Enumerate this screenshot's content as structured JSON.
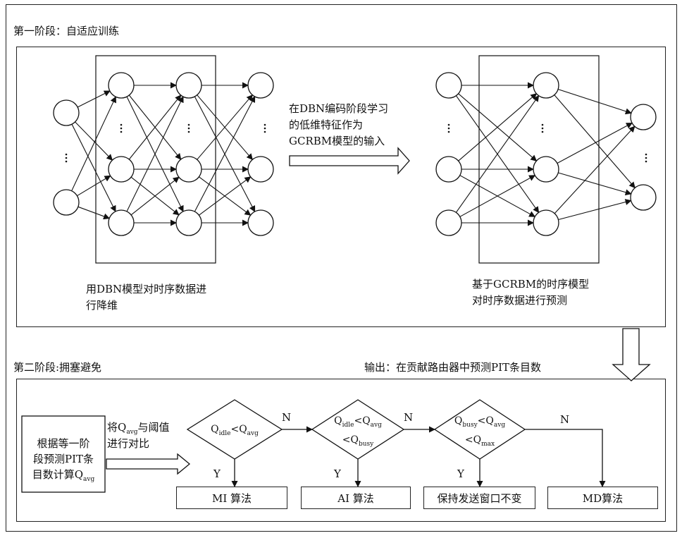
{
  "stage1": {
    "title": "第一阶段：自适应训练",
    "arrow_text": [
      "在DBN编码阶段学习",
      "的低维特征作为",
      "GCRBM模型的输入"
    ],
    "dbn_caption": [
      "用DBN模型对时序数据进",
      "行降维"
    ],
    "gcrbm_caption": [
      "基于GCRBM的时序模型",
      "对时序数据进行预测"
    ]
  },
  "output_label": "输出：在贡献路由器中预测PIT条目数",
  "stage2": {
    "title": "第二阶段:拥塞避免",
    "start_box": {
      "line1": "根据等一阶",
      "line2": "段预测PIT条",
      "line3_main": "目数计算Q",
      "line3_sub": "avg"
    },
    "compare": {
      "line1_main": "将Q",
      "line1_sub": "avg",
      "line1_rest": "与阈值",
      "line2": "进行对比"
    },
    "yes": "Y",
    "no": "N",
    "decisions": [
      {
        "q1": "Q",
        "s1": "idle",
        "op1": "<",
        "q2": "Q",
        "s2": "avg"
      },
      {
        "q1": "Q",
        "s1": "idle",
        "op1": "<",
        "q2": "Q",
        "s2": "avg",
        "op2": "<",
        "q3": "Q",
        "s3": "busy"
      },
      {
        "q1": "Q",
        "s1": "busy",
        "op1": "<",
        "q2": "Q",
        "s2": "avg",
        "op2": "<",
        "q3": "Q",
        "s3": "max"
      }
    ],
    "results": [
      "MI 算法",
      "AI 算法",
      "保持发送窗口不变",
      "MD算法"
    ]
  }
}
